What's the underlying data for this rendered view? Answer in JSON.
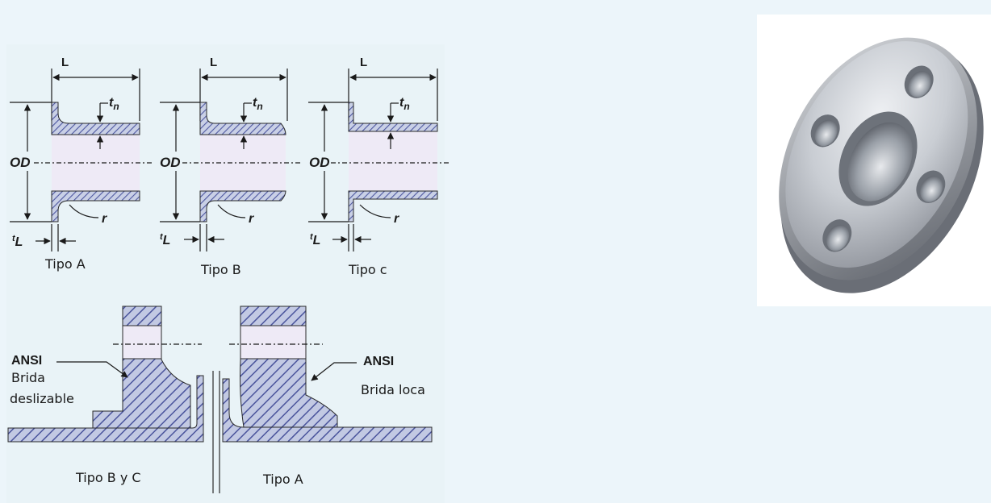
{
  "left_diagram": {
    "dimensions": {
      "length": "L",
      "outer_diameter": "OD",
      "wall": "t",
      "wall_sub": "n",
      "radius": "r",
      "lap": "t",
      "lap_sub": "L"
    },
    "type_labels": [
      "Tipo A",
      "Tipo B",
      "Tipo c"
    ],
    "lower": {
      "ansi_left": "ANSI",
      "ansi_right": "ANSI",
      "slip_on_line1": "Brida",
      "slip_on_line2": "deslizable",
      "lap_joint": "Brida loca",
      "caption_left": "Tipo B y C",
      "caption_right": "Tipo A"
    }
  },
  "photo": {
    "subject": "flange-photo"
  },
  "colors": {
    "background": "#ecf5fa",
    "panel": "#e9f3f7",
    "hatch": "#5a64a8",
    "bore": "#eeeaf6",
    "metal": "#b9bec6"
  }
}
